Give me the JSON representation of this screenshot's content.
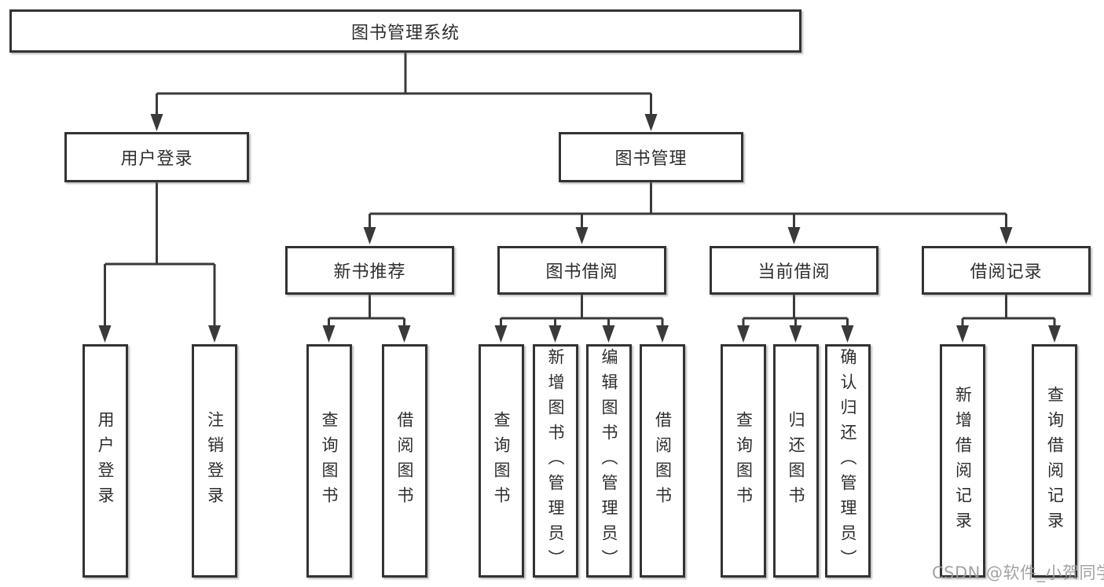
{
  "diagram": {
    "root": {
      "label": "图书管理系统",
      "children": [
        {
          "label": "用户登录",
          "children": [
            {
              "label": "用户登录"
            },
            {
              "label": "注销登录"
            }
          ]
        },
        {
          "label": "图书管理",
          "children": [
            {
              "label": "新书推荐",
              "children": [
                {
                  "label": "查询图书"
                },
                {
                  "label": "借阅图书"
                }
              ]
            },
            {
              "label": "图书借阅",
              "children": [
                {
                  "label": "查询图书"
                },
                {
                  "label": "新增图书（管理员）"
                },
                {
                  "label": "编辑图书（管理员）"
                },
                {
                  "label": "借阅图书"
                }
              ]
            },
            {
              "label": "当前借阅",
              "children": [
                {
                  "label": "查询图书"
                },
                {
                  "label": "归还图书"
                },
                {
                  "label": "确认归还（管理员）"
                }
              ]
            },
            {
              "label": "借阅记录",
              "children": [
                {
                  "label": "新增借阅记录"
                },
                {
                  "label": "查询借阅记录"
                }
              ]
            }
          ]
        }
      ]
    }
  },
  "watermark": {
    "text": "CSDN @软件_小贺同学",
    "color": "#9a9a9a"
  },
  "colors": {
    "line": "#3a3a3a",
    "box_border": "#333333",
    "text": "#2e2e2e",
    "background": "#ffffff"
  }
}
